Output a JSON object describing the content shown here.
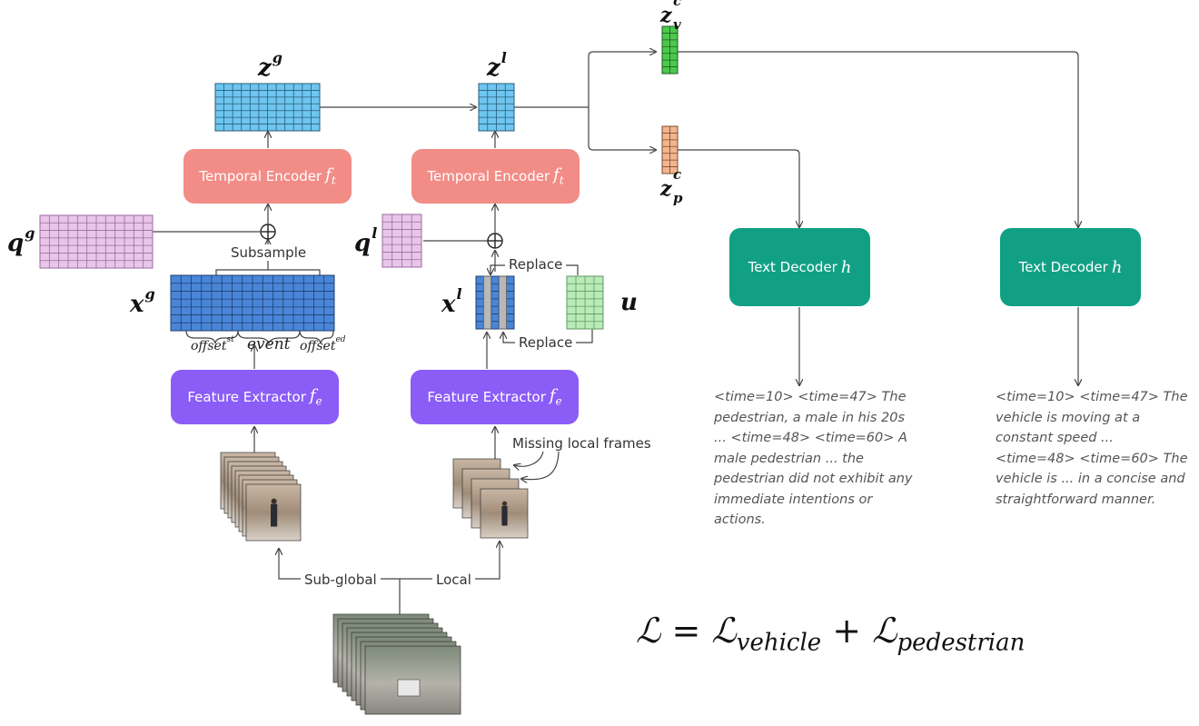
{
  "variables": {
    "z_global": "z",
    "z_global_sup": "g",
    "z_local": "z",
    "z_local_sup": "l",
    "z_vehicle": "z",
    "z_vehicle_sup": "c",
    "z_vehicle_sub": "v",
    "z_ped": "z",
    "z_ped_sup": "c",
    "z_ped_sub": "p",
    "q_global": "q",
    "q_global_sup": "g",
    "q_local": "q",
    "q_local_sup": "l",
    "x_global": "x",
    "x_global_sup": "g",
    "x_local": "x",
    "x_local_sup": "l",
    "u": "u"
  },
  "boxes": {
    "temporal_encoder_label": "Temporal Encoder",
    "temporal_encoder_symbol": "f",
    "temporal_encoder_symbol_sub": "t",
    "feature_extractor_label": "Feature Extractor",
    "feature_extractor_symbol": "f",
    "feature_extractor_symbol_sub": "e",
    "text_decoder_label": "Text Decoder",
    "text_decoder_symbol": "h"
  },
  "labels": {
    "subsample": "Subsample",
    "replace": "Replace",
    "missing_local_frames": "Missing local frames",
    "sub_global": "Sub-global",
    "local": "Local",
    "offset_st": "offset",
    "offset_st_sup": "st",
    "event": "event",
    "offset_ed": "offset",
    "offset_ed_sup": "ed"
  },
  "captions": {
    "pedestrian": "<time=10> <time=47> The pedestrian, a male in his 20s ... <time=48> <time=60> A male pedestrian ... the pedestrian did not exhibit any immediate intentions or actions.",
    "vehicle": "<time=10> <time=47> The vehicle is moving at a constant speed ... <time=48> <time=60> The vehicle is ... in a concise and straightforward manner."
  },
  "loss": {
    "L": "ℒ",
    "equals": " = ",
    "L1": "ℒ",
    "sub1": "vehicle",
    "plus": " + ",
    "L2": "ℒ",
    "sub2": "pedestrian"
  },
  "colors": {
    "temporal_encoder": "#f28c87",
    "feature_extractor": "#8b5cf6",
    "text_decoder": "#12a085",
    "z_feature": "#6ec6f0",
    "x_global": "#4a86d8",
    "query": "#e8c6ea",
    "u_feature": "#b9ebb9",
    "z_vehicle": "#4cc94c",
    "z_ped": "#f2b58f"
  }
}
